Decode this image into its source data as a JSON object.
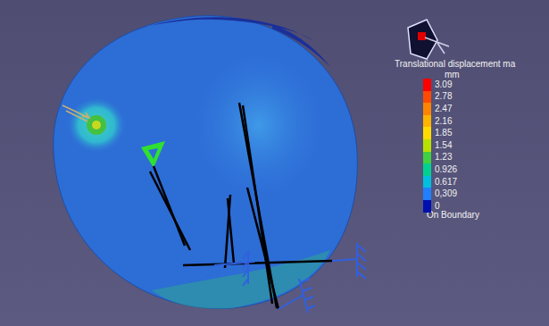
{
  "diagram": {
    "labels": [
      "Translational displacement ma",
      "mm",
      "On Boundary"
    ],
    "legend": [
      {
        "text": "3.09",
        "color": "#ff0000"
      },
      {
        "text": "2.78",
        "color": "#ff4a00"
      },
      {
        "text": "2.47",
        "color": "#ff8400"
      },
      {
        "text": "2.16",
        "color": "#ffb400"
      },
      {
        "text": "1.85",
        "color": "#ffdc00"
      },
      {
        "text": "1.54",
        "color": "#b8e000"
      },
      {
        "text": "1.23",
        "color": "#40d040"
      },
      {
        "text": "0.926",
        "color": "#00d090"
      },
      {
        "text": "0.617",
        "color": "#00c0e0"
      },
      {
        "text": "0,309",
        "color": "#2080ff"
      },
      {
        "text": "0",
        "color": "#0010b0"
      }
    ]
  }
}
